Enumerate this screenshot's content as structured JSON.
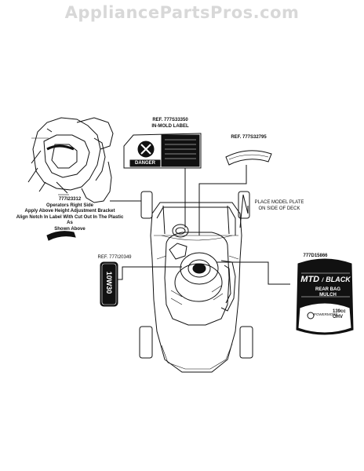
{
  "watermark": "AppliancePartsPros.com",
  "labels": {
    "ref_in_mold": "REF. 777S33350",
    "in_mold_label": "IN-MOLD LABEL",
    "ref_777s32795": "REF. 777S32795",
    "part_777i23312": "777I23312",
    "operators_right_side": "Operators Right Side",
    "apply_above": "Apply Above Height Adjustment Bracket",
    "align_notch": "Align Notch In Label With Cut Out In The Plastic As",
    "shown_above": "Shown Above",
    "place_model_plate": "PLACE MODEL PLATE",
    "on_side_of_deck": "ON SIDE OF DECK",
    "ref_777i20349": "REF. 777I20349",
    "part_777d15866": "777D15866"
  },
  "decals": {
    "oil_label": "10W30",
    "danger": "DANGER",
    "brand": "MTD",
    "brand_suffix": "BLACK",
    "rear_bag": "REAR BAG",
    "mulch": "MULCH",
    "powermore": "POWERMORE",
    "engine_cc": "139cc",
    "ohv": "OHV"
  }
}
